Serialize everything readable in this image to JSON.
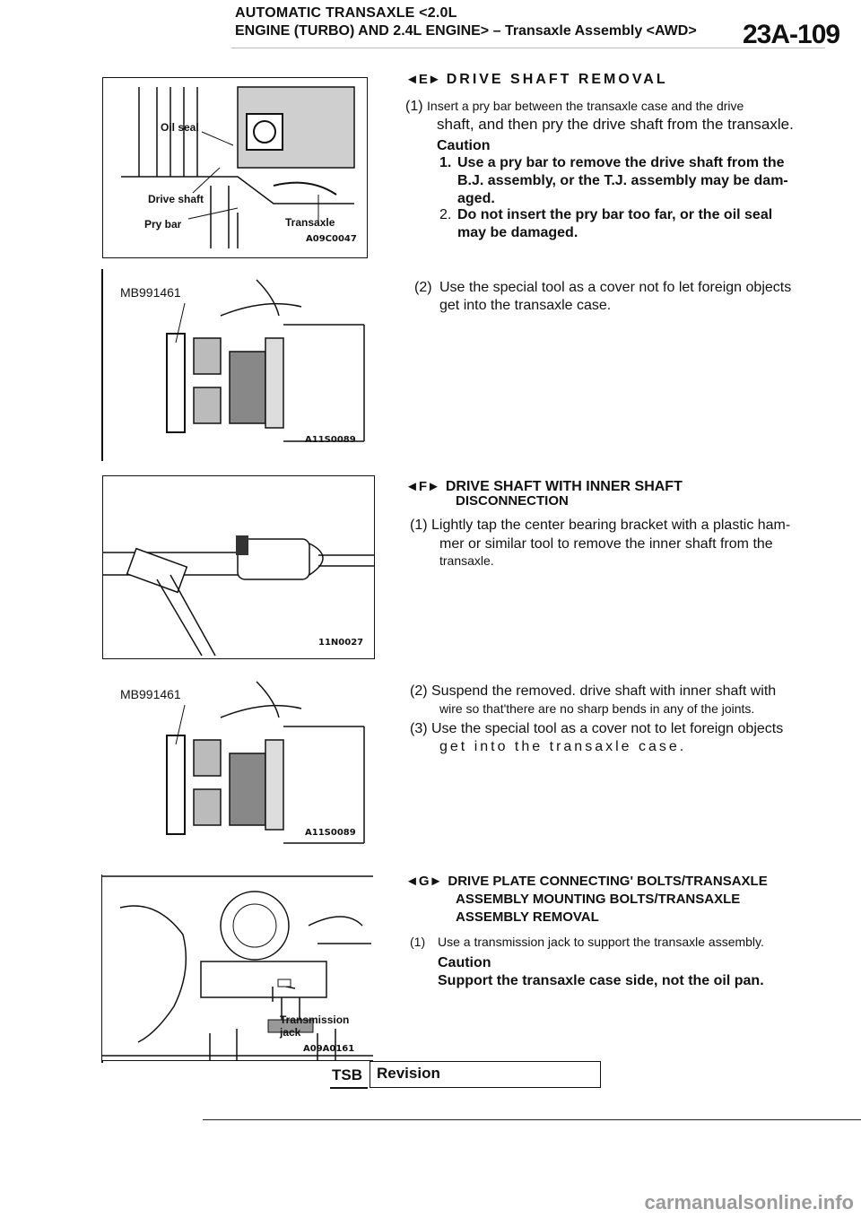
{
  "header": {
    "line1": "AUTOMATIC TRANSAXLE <2.0L",
    "line2": "ENGINE (TURBO) AND 2.4L ENGINE> – Transaxle Assembly <AWD>",
    "page_number": "23A-109"
  },
  "figures": [
    {
      "code": "A09C0047",
      "labels": {
        "oil_seal": "Oil seal",
        "drive_shaft": "Drive shaft",
        "pry_bar": "Pry bar",
        "transaxle": "Transaxle"
      }
    },
    {
      "code": "A11S0089",
      "tool": "MB991461"
    },
    {
      "code": "11N0027"
    },
    {
      "code": "A11S0089",
      "tool": "MB991461"
    },
    {
      "code": "A09A0161",
      "labels": {
        "jack_line1": "Transmission",
        "jack_line2": "jack"
      }
    }
  ],
  "sections": {
    "E": {
      "marker": "◄E►",
      "title": "DRIVE SHAFT REMOVAL",
      "step1_num": "(1)",
      "step1_a": "Insert a pry bar between the transaxle case and the drive",
      "step1_b": "shaft, and then pry the drive shaft from the transaxle.",
      "caution": "Caution",
      "c1_num": "1.",
      "c1_a": "Use a pry bar to remove the drive shaft from the",
      "c1_b": "B.J. assembly, or the T.J. assembly may be dam-",
      "c1_c": "aged.",
      "c2_num": "2.",
      "c2_a": "Do not insert the pry bar too far, or the oil seal",
      "c2_b": "may be damaged.",
      "step2_num": "(2)",
      "step2_a": "Use the special tool as a cover not fo let foreign objects",
      "step2_b": "get into the transaxle case."
    },
    "F": {
      "marker": "◄F►",
      "title_a": "DRIVE SHAFT WITH INNER SHAFT",
      "title_b": "DISCONNECTION",
      "s1_a": "(1) Lightly tap the center bearing bracket with a plastic ham-",
      "s1_b": "mer or similar tool to remove the inner shaft from the",
      "s1_c": "transaxle.",
      "s2_a": "(2) Suspend the removed. drive shaft with inner shaft with",
      "s2_b": "wire so that'there are no sharp bends in any of the joints.",
      "s3_a": "(3) Use the special tool as a cover not to let foreign objects",
      "s3_b": "get into the transaxle case."
    },
    "G": {
      "marker": "◄G►",
      "title_a": "DRIVE PLATE CONNECTING' BOLTS/TRANSAXLE",
      "title_b": "ASSEMBLY MOUNTING BOLTS/TRANSAXLE",
      "title_c": "ASSEMBLY REMOVAL",
      "step1_num": "(1)",
      "step1": "Use a transmission jack to support the transaxle assembly.",
      "caution": "Caution",
      "caution_text": "Support the transaxle case side, not the oil pan."
    }
  },
  "footer": {
    "tsb": "TSB",
    "revision": "Revision"
  },
  "watermark": "carmanualsonline.info"
}
